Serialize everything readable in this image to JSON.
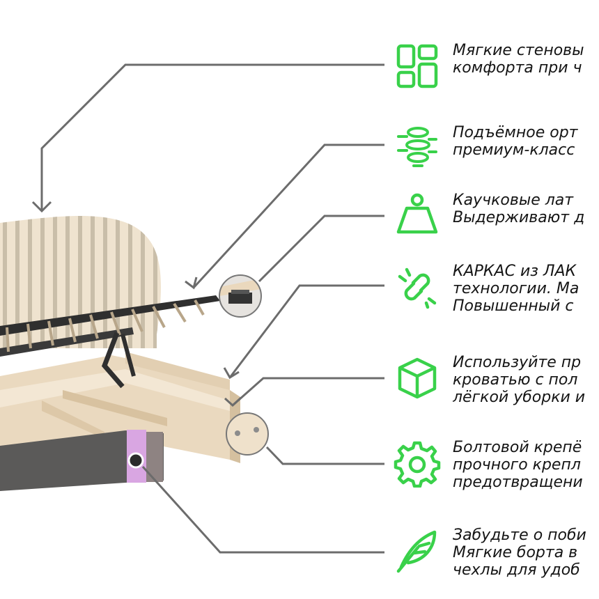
{
  "colors": {
    "accent": "#39d14a",
    "callout": "#6c6c6c",
    "wood": "#ecdcc4",
    "slat": "#c7bca8",
    "upholstery": "#5b5a59",
    "lilac": "#d9a6e2",
    "metal": "#2f2f2f"
  },
  "features": [
    {
      "icon": "panels-icon",
      "lines": [
        "Мягкие стеновы",
        "комфорта при ч"
      ]
    },
    {
      "icon": "spine-icon",
      "lines": [
        "Подъёмное орт",
        "премиум-класс"
      ]
    },
    {
      "icon": "weight-icon",
      "lines": [
        "Каучковые лат",
        "Выдерживают д"
      ]
    },
    {
      "icon": "broken-link-icon",
      "lines": [
        "КАРКАС из ЛАК",
        "технологии. Ма",
        "Повышенный с"
      ]
    },
    {
      "icon": "cube-icon",
      "lines": [
        "Используйте пр",
        "кроватью с пол",
        "лёгкой уборки и"
      ]
    },
    {
      "icon": "gear-icon",
      "lines": [
        "Болтовой крепё",
        "прочного крепл",
        "предотвращени"
      ]
    },
    {
      "icon": "feather-icon",
      "lines": [
        "Забудьте о поби",
        "Мягкие борта в",
        "чехлы для удоб"
      ]
    }
  ]
}
